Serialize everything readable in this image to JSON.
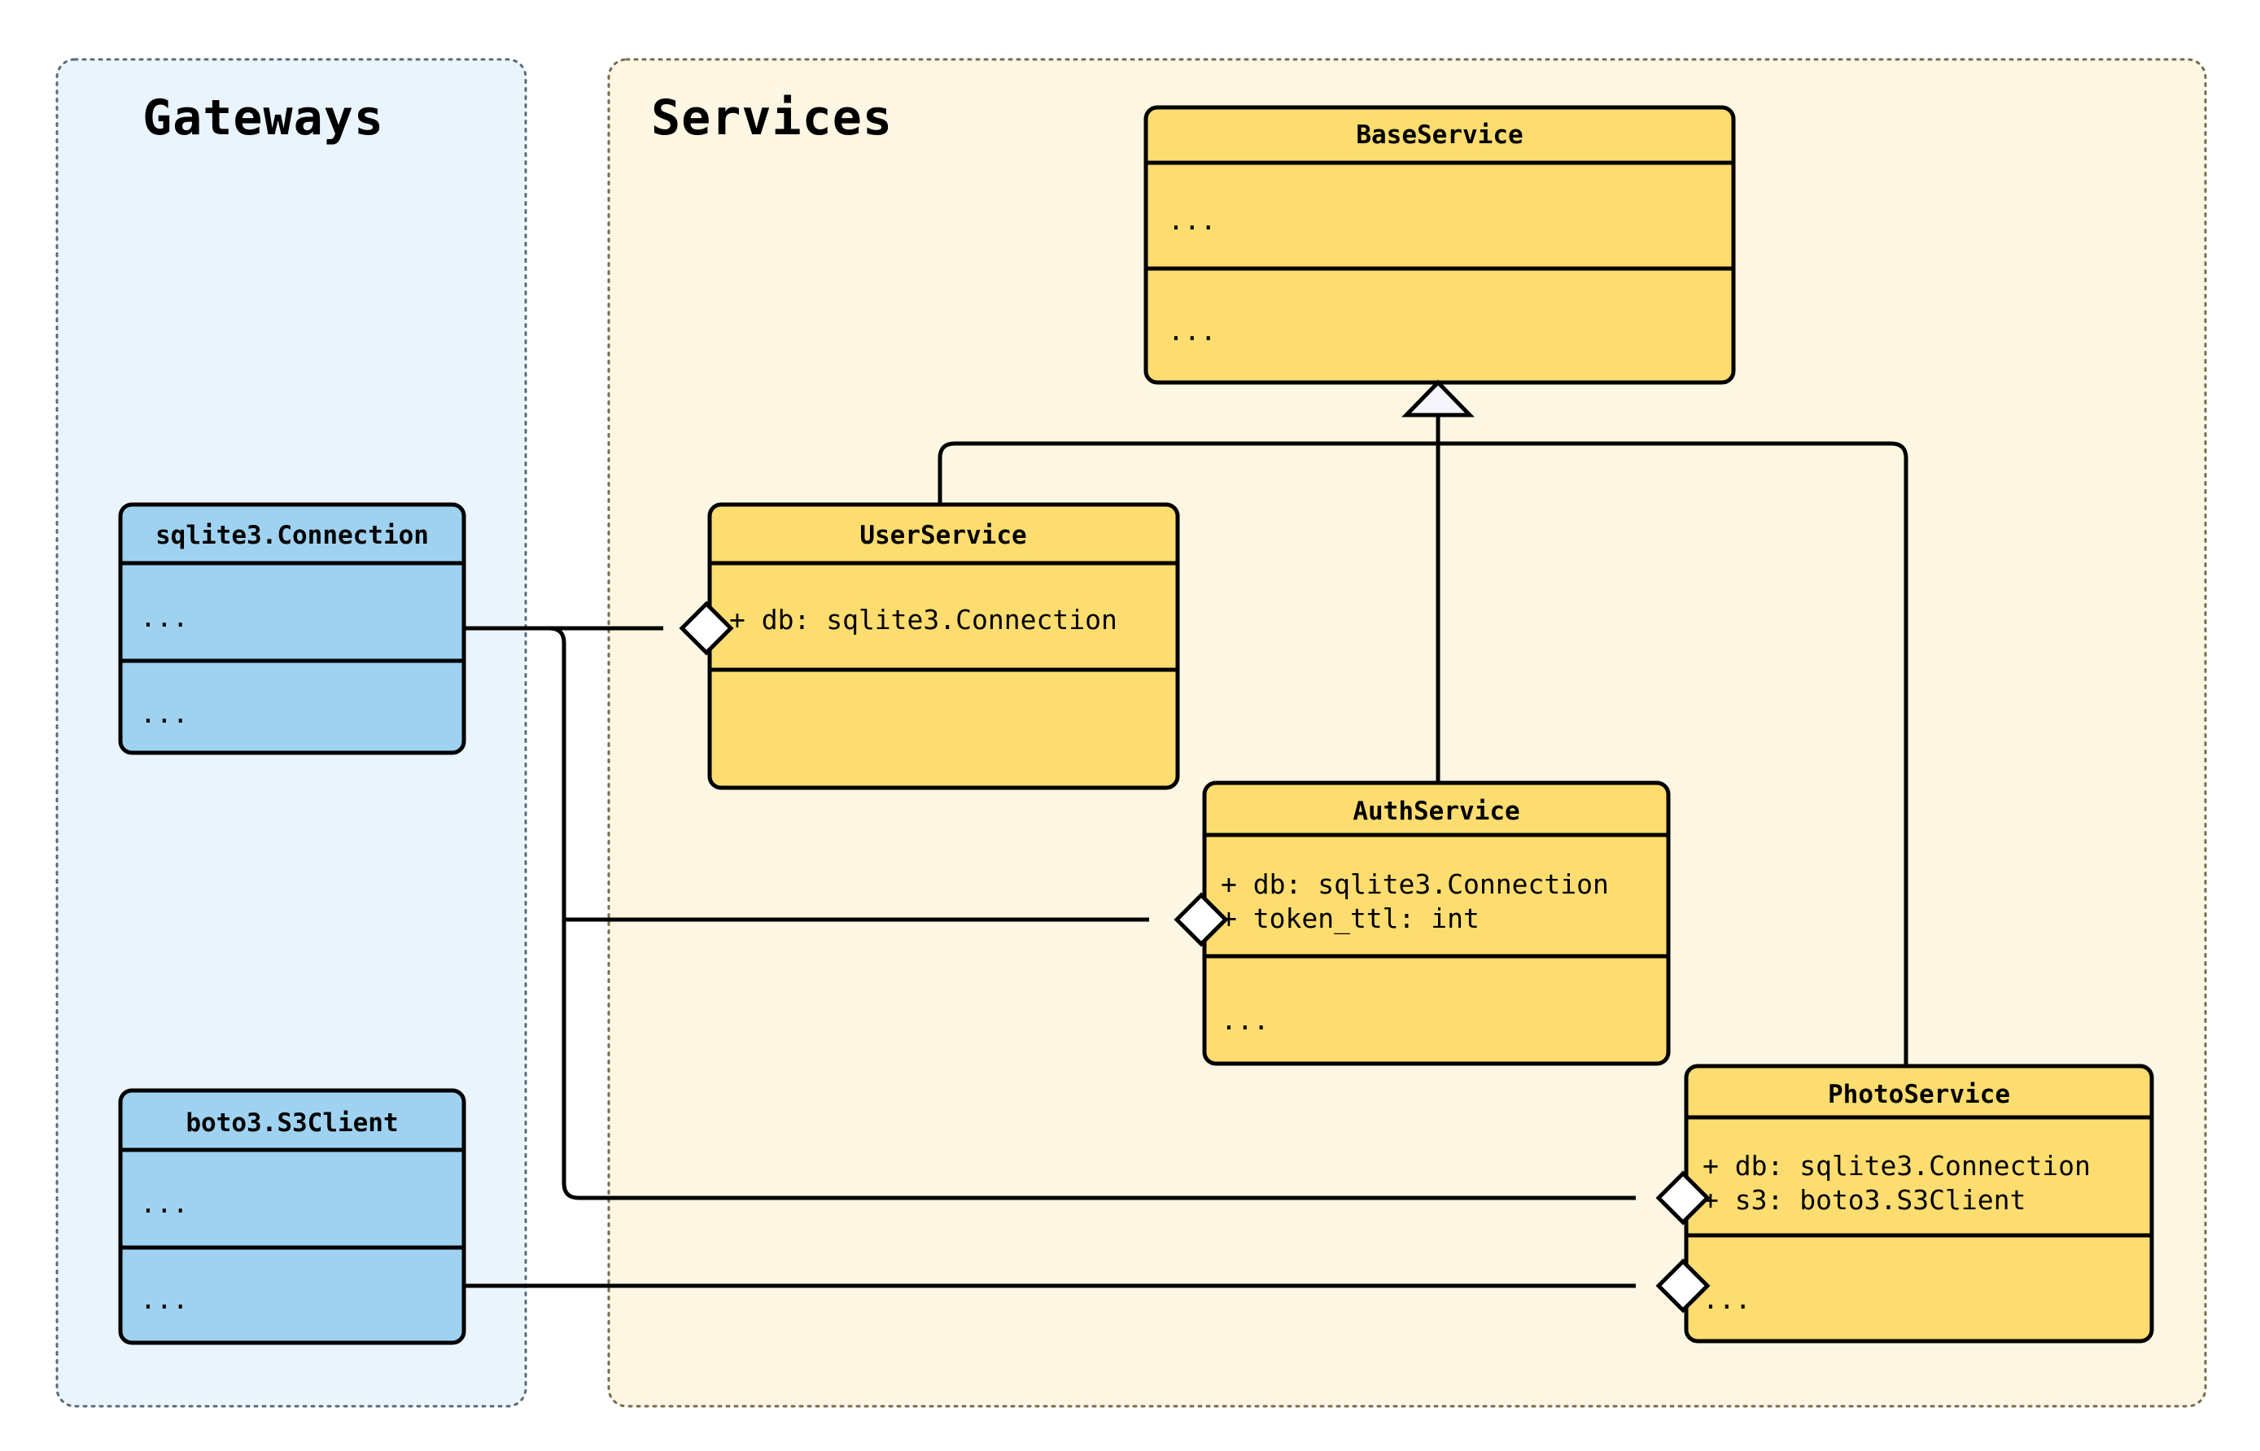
{
  "diagram": {
    "kind": "uml-class-diagram",
    "packages": [
      {
        "id": "gateways",
        "title": "Gateways",
        "fill": "#eaf4fd",
        "border": "#5a6b7a"
      },
      {
        "id": "services",
        "title": "Services",
        "fill": "#fdf6e3",
        "border": "#7a6b4a"
      }
    ],
    "classes": [
      {
        "id": "sqlite3-connection",
        "name": "sqlite3.Connection",
        "package": "gateways",
        "fill": "#9fd2f0",
        "attributes": [
          "..."
        ],
        "methods": [
          "..."
        ]
      },
      {
        "id": "boto3-s3client",
        "name": "boto3.S3Client",
        "package": "gateways",
        "fill": "#9fd2f0",
        "attributes": [
          "..."
        ],
        "methods": [
          "..."
        ]
      },
      {
        "id": "baseservice",
        "name": "BaseService",
        "package": "services",
        "fill": "#fddd6f",
        "attributes": [
          "..."
        ],
        "methods": [
          "..."
        ]
      },
      {
        "id": "userservice",
        "name": "UserService",
        "package": "services",
        "fill": "#fddd6f",
        "attributes": [
          "+ db: sqlite3.Connection"
        ],
        "methods": [
          ""
        ]
      },
      {
        "id": "authservice",
        "name": "AuthService",
        "package": "services",
        "fill": "#fddd6f",
        "attributes": [
          "+ db: sqlite3.Connection",
          "+ token_ttl: int"
        ],
        "methods": [
          "..."
        ]
      },
      {
        "id": "photoservice",
        "name": "PhotoService",
        "package": "services",
        "fill": "#fddd6f",
        "attributes": [
          "+ db: sqlite3.Connection",
          "+ s3: boto3.S3Client"
        ],
        "methods": [
          "..."
        ]
      }
    ],
    "relationships": [
      {
        "id": "rel-user-inherits-base",
        "type": "generalization",
        "from": "userservice",
        "to": "baseservice"
      },
      {
        "id": "rel-auth-inherits-base",
        "type": "generalization",
        "from": "authservice",
        "to": "baseservice"
      },
      {
        "id": "rel-photo-inherits-base",
        "type": "generalization",
        "from": "photoservice",
        "to": "baseservice"
      },
      {
        "id": "rel-user-db",
        "type": "aggregation",
        "from": "userservice",
        "to": "sqlite3-connection"
      },
      {
        "id": "rel-auth-db",
        "type": "aggregation",
        "from": "authservice",
        "to": "sqlite3-connection"
      },
      {
        "id": "rel-photo-db",
        "type": "aggregation",
        "from": "photoservice",
        "to": "sqlite3-connection"
      },
      {
        "id": "rel-photo-s3",
        "type": "aggregation",
        "from": "photoservice",
        "to": "boto3-s3client"
      }
    ]
  }
}
